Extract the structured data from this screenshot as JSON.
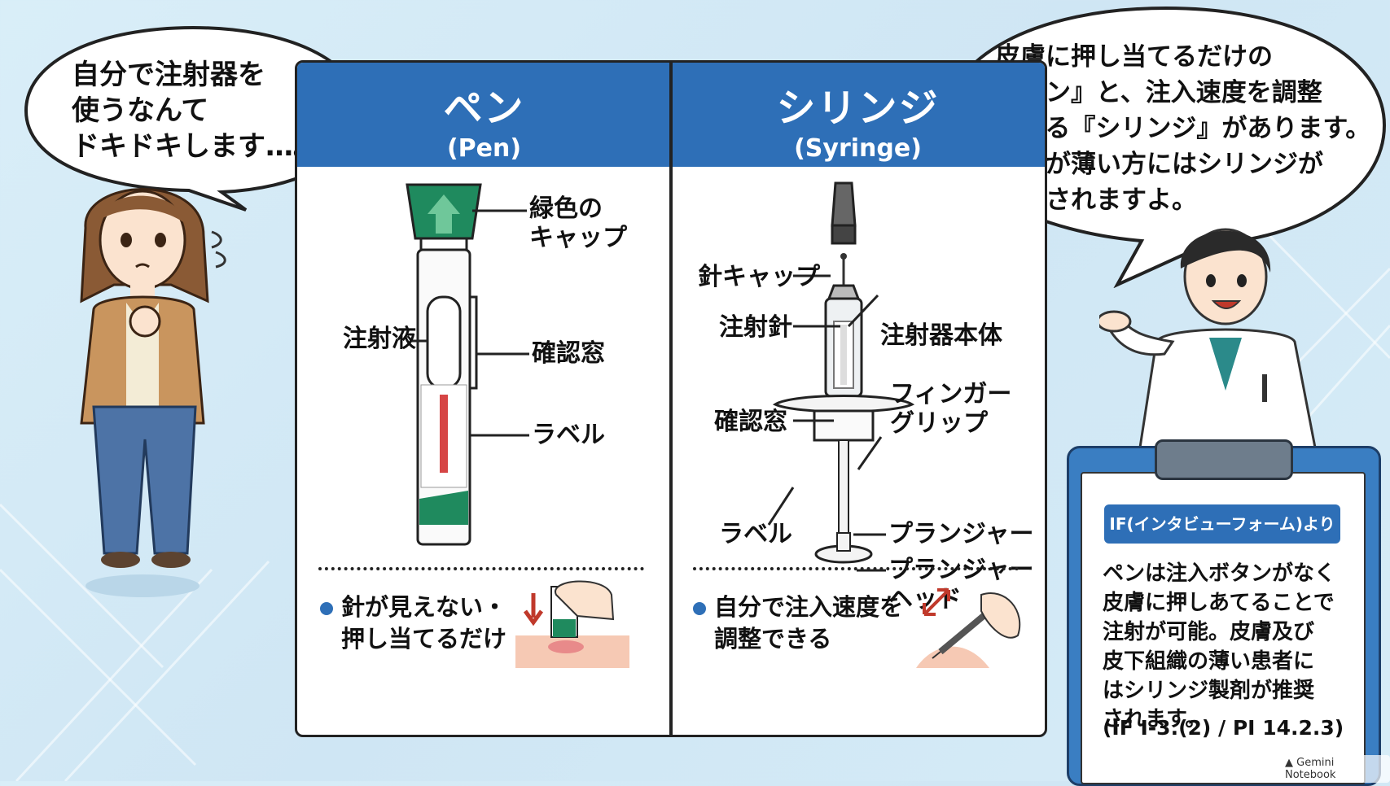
{
  "woman_bubble": {
    "lines": [
      "自分で注射器を",
      "使うなんて",
      "ドキドキします…。"
    ]
  },
  "doctor_bubble": {
    "lines": [
      "皮膚に押し当てるだけの",
      "『ペン』と、注入速度を調整",
      "できる『シリンジ』があります。",
      "皮膚が薄い方にはシリンジが",
      "推奨されますよ。"
    ]
  },
  "pen": {
    "title": "ペン",
    "subtitle": "(Pen)",
    "label_cap": [
      "緑色の",
      "キャップ"
    ],
    "label_liquid": "注射液",
    "label_window": "確認窓",
    "label_label": "ラベル",
    "bullet": [
      "針が見えない・",
      "押し当てるだけ"
    ]
  },
  "syringe": {
    "title": "シリンジ",
    "subtitle": "(Syringe)",
    "label_needle_cap": "針キャップ",
    "label_needle": "注射針",
    "label_body": "注射器本体",
    "label_window": "確認窓",
    "label_finger_grip": [
      "フィンガー",
      "グリップ"
    ],
    "label_label": "ラベル",
    "label_plunger": "プランジャー",
    "label_plunger_head": [
      "プランジャー",
      "ヘッド"
    ],
    "bullet": [
      "自分で注入速度を",
      "調整できる"
    ]
  },
  "clipboard": {
    "badge": "IF(インタビューフォーム)より",
    "body_lines": [
      "ペンは注入ボタンがなく",
      "皮膚に押しあてることで",
      "注射が可能。皮膚及び",
      "皮下組織の薄い患者に",
      "はシリンジ製剤が推奨",
      "されます。"
    ],
    "reference": "(IF I-3.(2) / PI 14.2.3)"
  },
  "footer": {
    "brand": "Gemini Notebook"
  },
  "colors": {
    "accent_blue": "#2e6fb7",
    "pen_green": "#1f8a5e",
    "syringe_red": "#c0392b"
  }
}
